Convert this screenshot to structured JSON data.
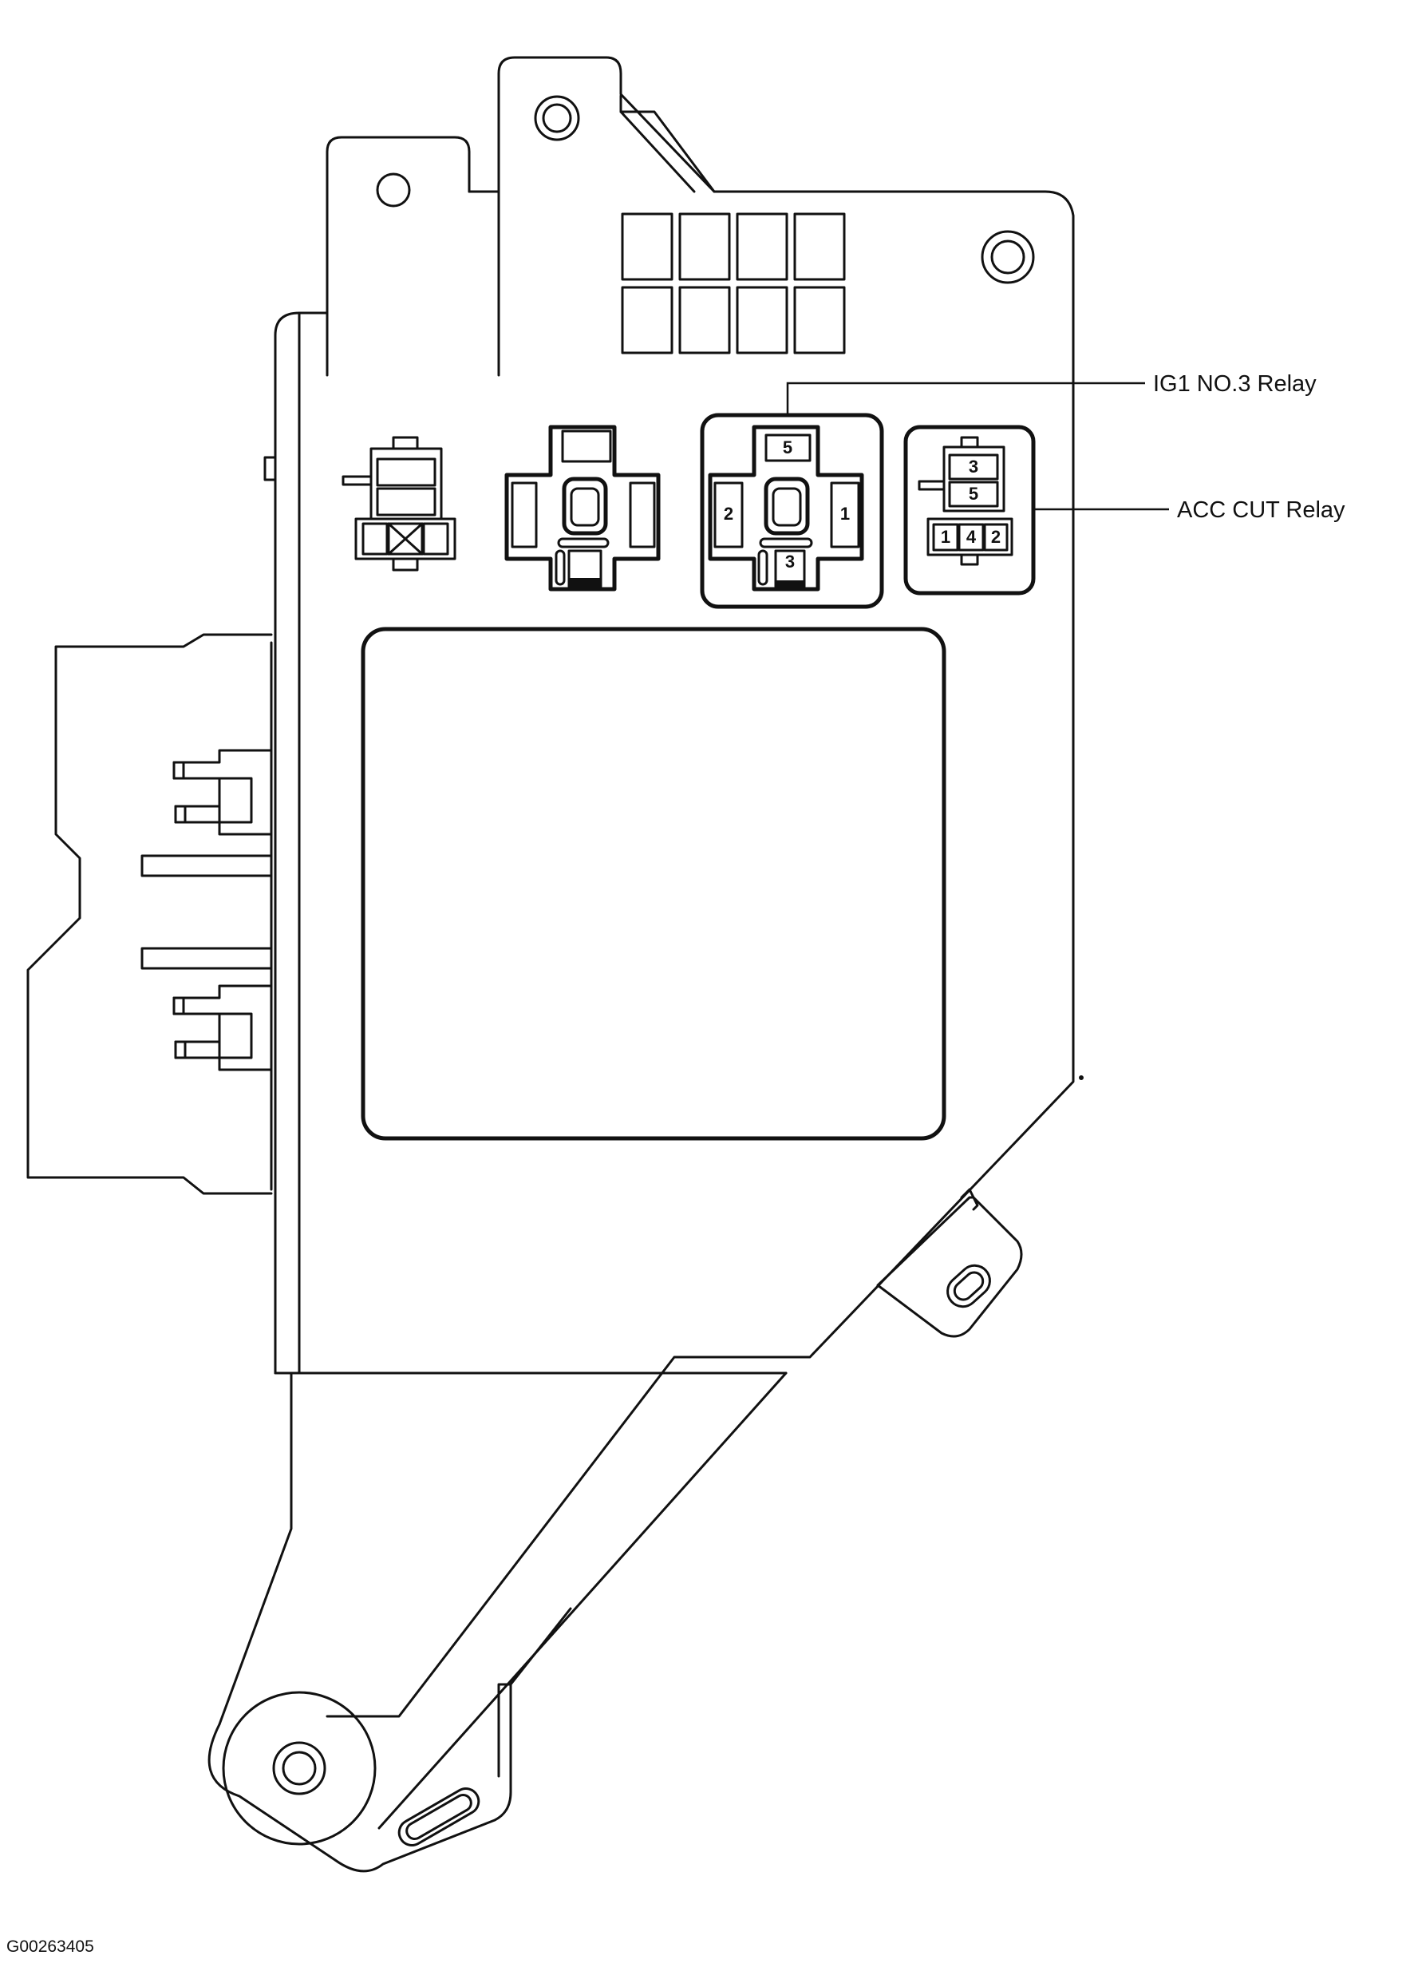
{
  "diagram": {
    "callouts": {
      "ig1_relay": "IG1 NO.3 Relay",
      "acc_cut_relay": "ACC CUT Relay"
    },
    "ig1_relay_pins": {
      "top": "5",
      "left": "2",
      "right": "1",
      "bottom": "3"
    },
    "acc_cut_relay_pins": {
      "upper": "3",
      "middle": "5",
      "row": [
        "1",
        "4",
        "2"
      ]
    },
    "figure_code": "G00263405"
  }
}
